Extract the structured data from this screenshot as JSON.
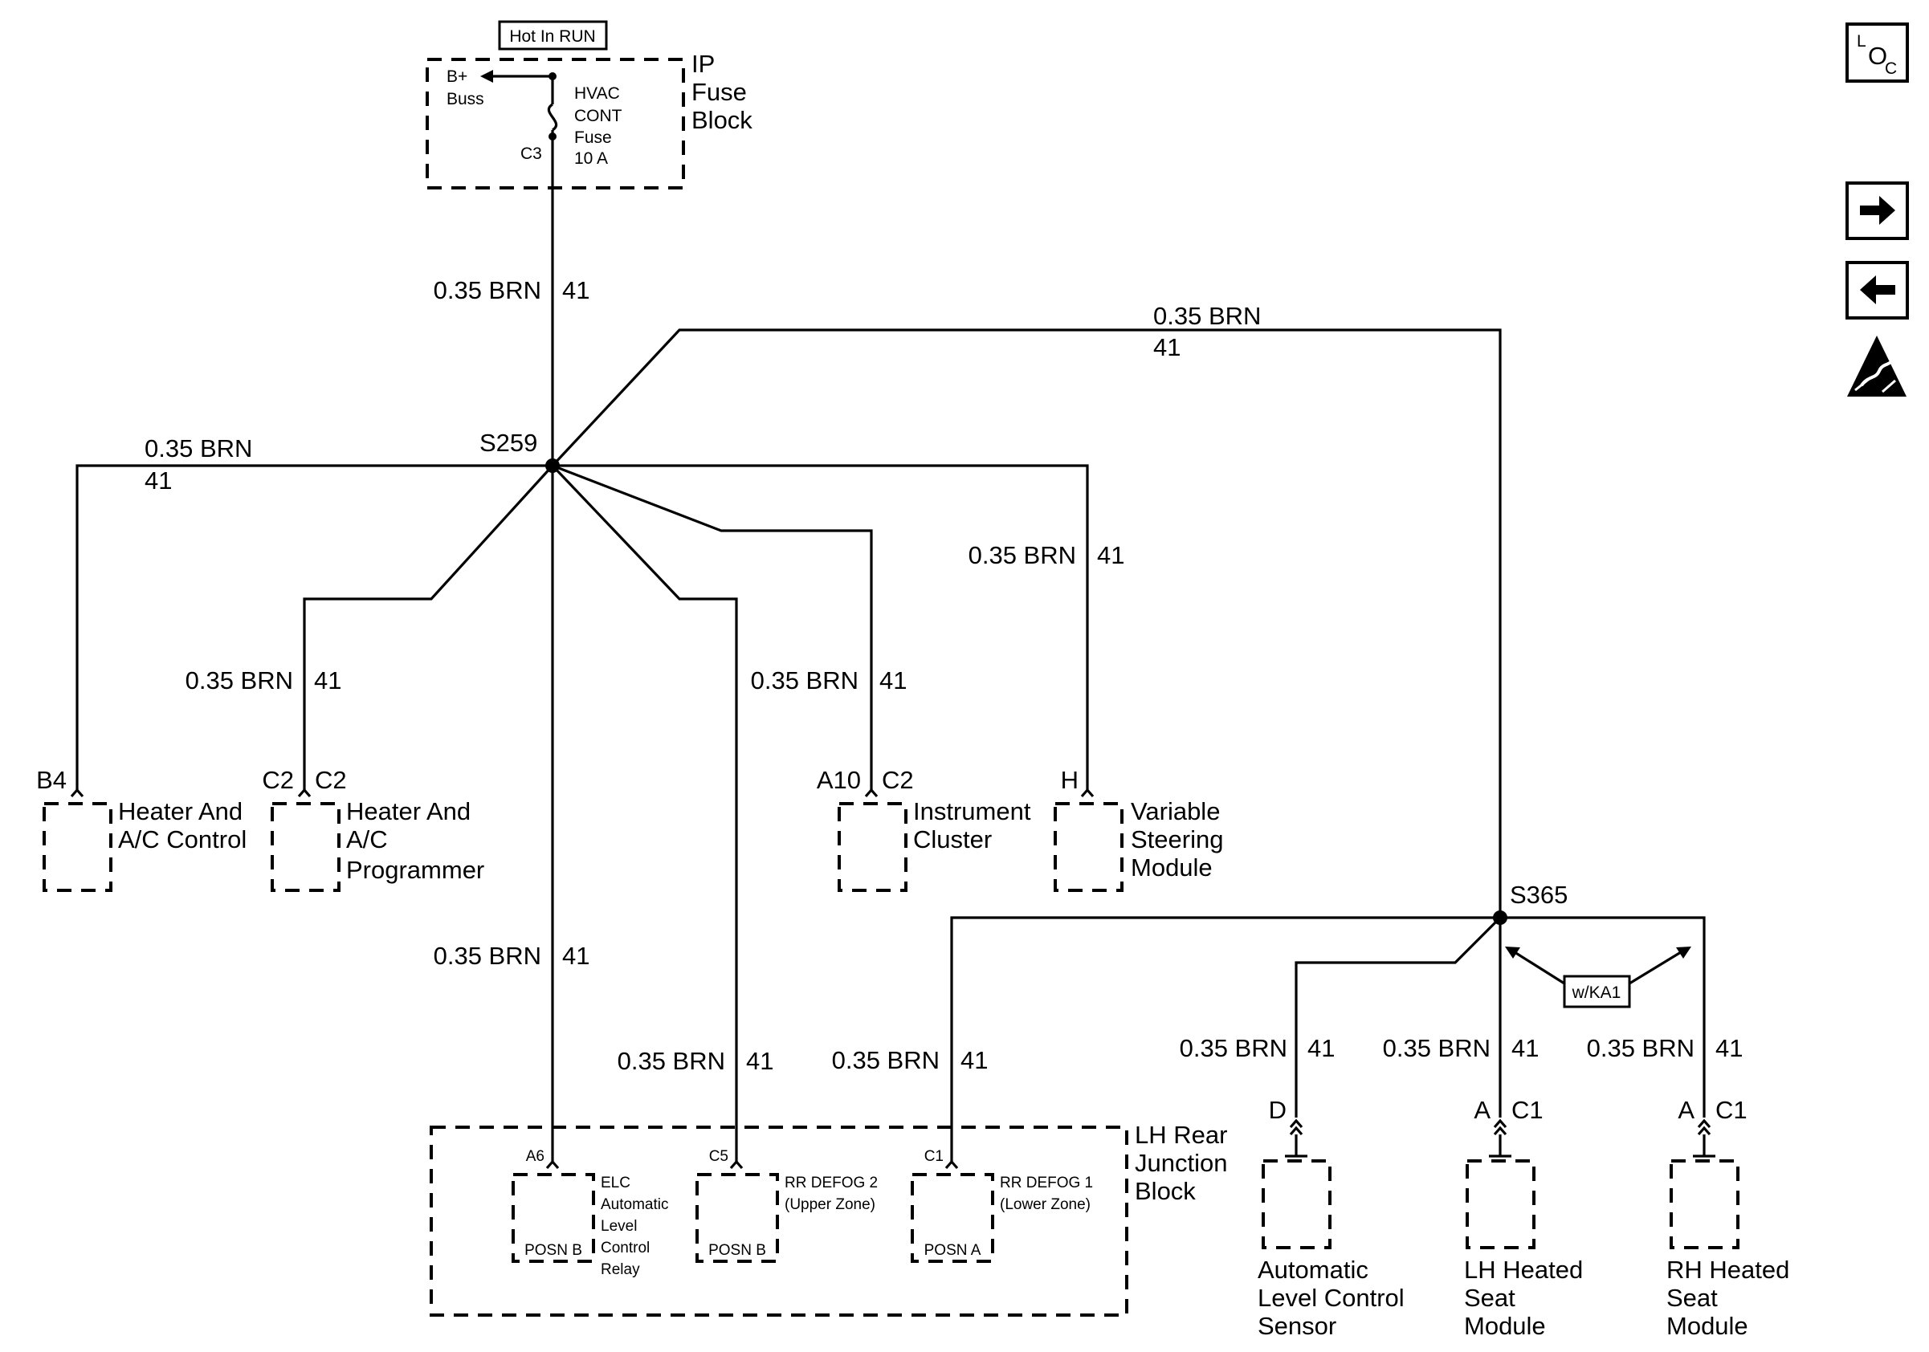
{
  "top": {
    "hot_in_run": "Hot In RUN",
    "b_plus": "B+",
    "buss": "Buss",
    "fuse_lines": [
      "HVAC",
      "CONT",
      "Fuse",
      "10 A"
    ],
    "fuse_pin": "C3",
    "fuse_block_lines": [
      "IP",
      "Fuse",
      "Block"
    ]
  },
  "wire": {
    "gauge": "0.35 BRN",
    "circuit": "41"
  },
  "splices": {
    "s259": "S259",
    "s365": "S365"
  },
  "option_tag": "w/KA1",
  "connectors": {
    "heater_ac_control": {
      "pin": "B4",
      "lines": [
        "Heater And",
        "A/C Control"
      ]
    },
    "heater_ac_programmer": {
      "pin_a": "C2",
      "pin_b": "C2",
      "lines": [
        "Heater And",
        "A/C",
        "Programmer"
      ]
    },
    "instrument_cluster": {
      "pin_a": "A10",
      "pin_b": "C2",
      "lines": [
        "Instrument",
        "Cluster"
      ]
    },
    "variable_steering": {
      "pin": "H",
      "lines": [
        "Variable",
        "Steering",
        "Module"
      ]
    },
    "alc_sensor": {
      "pin": "D",
      "lines": [
        "Automatic",
        "Level Control",
        "Sensor"
      ]
    },
    "lh_heated_seat": {
      "pin_a": "A",
      "pin_b": "C1",
      "lines": [
        "LH Heated",
        "Seat",
        "Module"
      ]
    },
    "rh_heated_seat": {
      "pin_a": "A",
      "pin_b": "C1",
      "lines": [
        "RH Heated",
        "Seat",
        "Module"
      ]
    }
  },
  "junction_block": {
    "lines": [
      "LH Rear",
      "Junction",
      "Block"
    ],
    "relays": [
      {
        "pin": "A6",
        "posn": "POSN B",
        "lines": [
          "ELC",
          "Automatic",
          "Level",
          "Control",
          "Relay"
        ]
      },
      {
        "pin": "C5",
        "posn": "POSN B",
        "lines": [
          "RR DEFOG 2",
          "(Upper Zone)"
        ]
      },
      {
        "pin": "C1",
        "posn": "POSN A",
        "lines": [
          "RR DEFOG 1",
          "(Lower Zone)"
        ]
      }
    ]
  },
  "side_icons": {
    "loc_l": "L",
    "loc_o": "O",
    "loc_c": "C",
    "icons": [
      "location-icon",
      "next-arrow-icon",
      "previous-arrow-icon",
      "esd-warning-icon"
    ]
  }
}
